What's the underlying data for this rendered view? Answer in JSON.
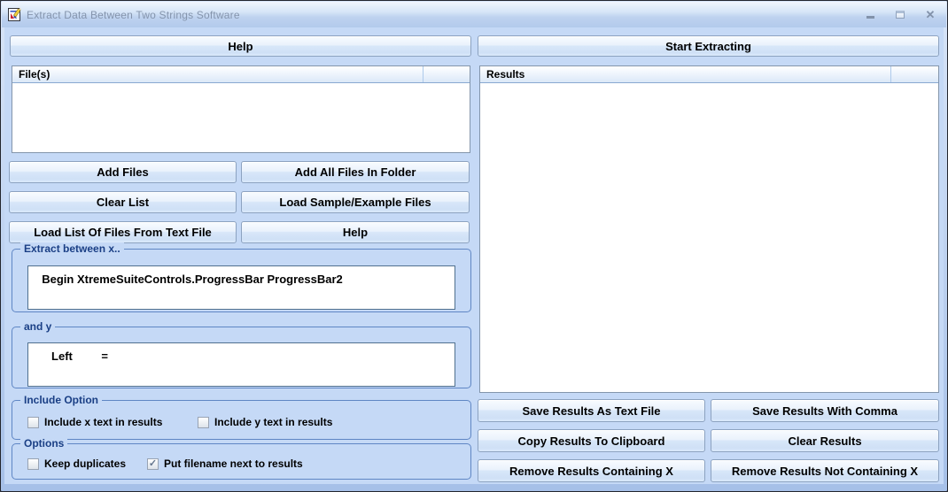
{
  "window": {
    "title": "Extract Data Between Two Strings Software",
    "controls": {
      "minimize_glyph": "",
      "maximize_glyph": "",
      "close_glyph": "✕"
    }
  },
  "left": {
    "help_button": "Help",
    "files_list": {
      "header": "File(s)",
      "rows": []
    },
    "buttons": [
      "Add Files",
      "Add All Files In Folder",
      "Clear List",
      "Load Sample/Example Files",
      "Load List Of Files From Text File",
      "Help"
    ],
    "extract_x_group": {
      "label": "Extract between x..",
      "value": "  Begin XtremeSuiteControls.ProgressBar ProgressBar2"
    },
    "and_y_group": {
      "label": "and y",
      "value": "     Left         ="
    },
    "include_group": {
      "label": "Include Option",
      "checkboxes": [
        {
          "label": "Include x text in results",
          "checked": false,
          "glyph": ""
        },
        {
          "label": "Include y text in results",
          "checked": false,
          "glyph": ""
        }
      ]
    },
    "options_group": {
      "label": "Options",
      "checkboxes": [
        {
          "label": "Keep duplicates",
          "checked": false,
          "glyph": ""
        },
        {
          "label": "Put filename next to results",
          "checked": true,
          "glyph": "✓"
        }
      ]
    }
  },
  "right": {
    "start_button": "Start Extracting",
    "results_list": {
      "header": "Results",
      "rows": []
    },
    "buttons": [
      "Save Results As Text File",
      "Save Results With Comma",
      "Copy Results To Clipboard",
      "Clear Results",
      "Remove Results Containing X",
      "Remove Results Not Containing X"
    ]
  },
  "colors": {
    "client_background": "#c5d9f6",
    "titlebar_gradient_top": "#f1f7fe",
    "titlebar_gradient_bottom": "#b3caec",
    "title_text": "#8494ac",
    "button_border": "#8ca2c0",
    "group_border": "#5f86c4",
    "group_label_text": "#1a3f85",
    "list_border": "#8395ab",
    "list_header_underline": "#89a9d1"
  }
}
